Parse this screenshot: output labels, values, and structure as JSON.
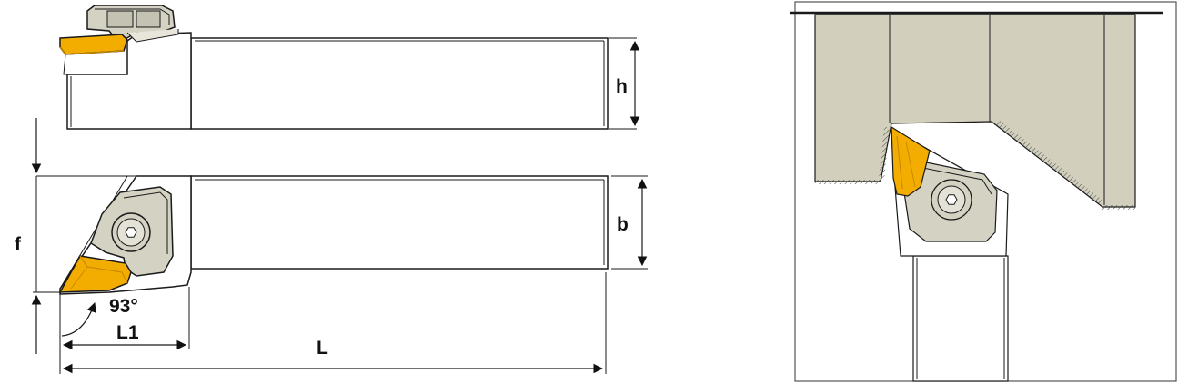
{
  "dimensions": {
    "height": "h",
    "width": "b",
    "offset": "f",
    "angle": "93°",
    "head_length": "L1",
    "total_length": "L"
  },
  "colors": {
    "insert": "#f2ad00",
    "insert_shade": "#c98a00",
    "clamp": "#d4d2c2",
    "workpiece": "#d2cfbd",
    "outline": "#1a1a1a"
  },
  "icons": {
    "hex_screw": "hex-screw-icon",
    "arrow": "arrowhead-icon"
  }
}
